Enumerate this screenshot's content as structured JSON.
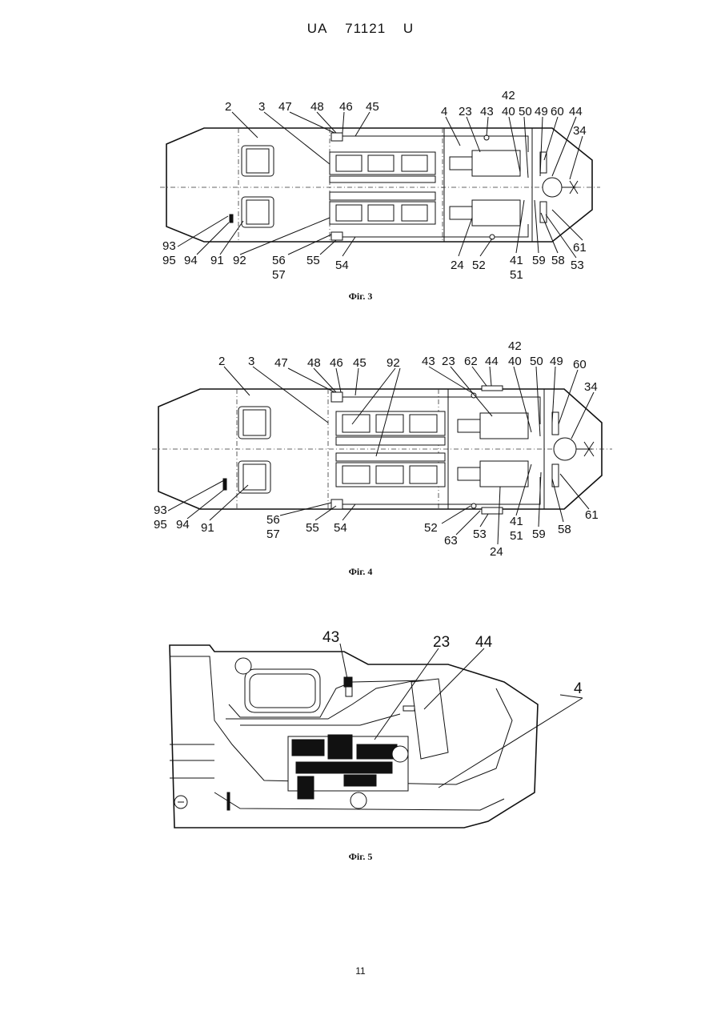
{
  "header": {
    "doc_code": "UA",
    "doc_number": "71121",
    "doc_kind": "U"
  },
  "fig3": {
    "caption": "Фіг. 3",
    "labels": [
      "2",
      "3",
      "47",
      "48",
      "46",
      "45",
      "4",
      "23",
      "43",
      "42",
      "40",
      "50",
      "49",
      "60",
      "44",
      "34",
      "93",
      "95",
      "94",
      "91",
      "92",
      "56",
      "57",
      "55",
      "54",
      "24",
      "52",
      "41",
      "51",
      "59",
      "58",
      "53",
      "61"
    ]
  },
  "fig4": {
    "caption": "Фіг. 4",
    "labels": [
      "2",
      "3",
      "47",
      "48",
      "46",
      "45",
      "92",
      "43",
      "23",
      "62",
      "44",
      "42",
      "40",
      "50",
      "49",
      "60",
      "34",
      "93",
      "95",
      "94",
      "91",
      "56",
      "57",
      "55",
      "54",
      "52",
      "63",
      "53",
      "24",
      "41",
      "51",
      "59",
      "58",
      "61"
    ]
  },
  "fig5": {
    "caption": "Фіг. 5",
    "labels": [
      "43",
      "23",
      "44",
      "4"
    ]
  },
  "page_number": "11"
}
